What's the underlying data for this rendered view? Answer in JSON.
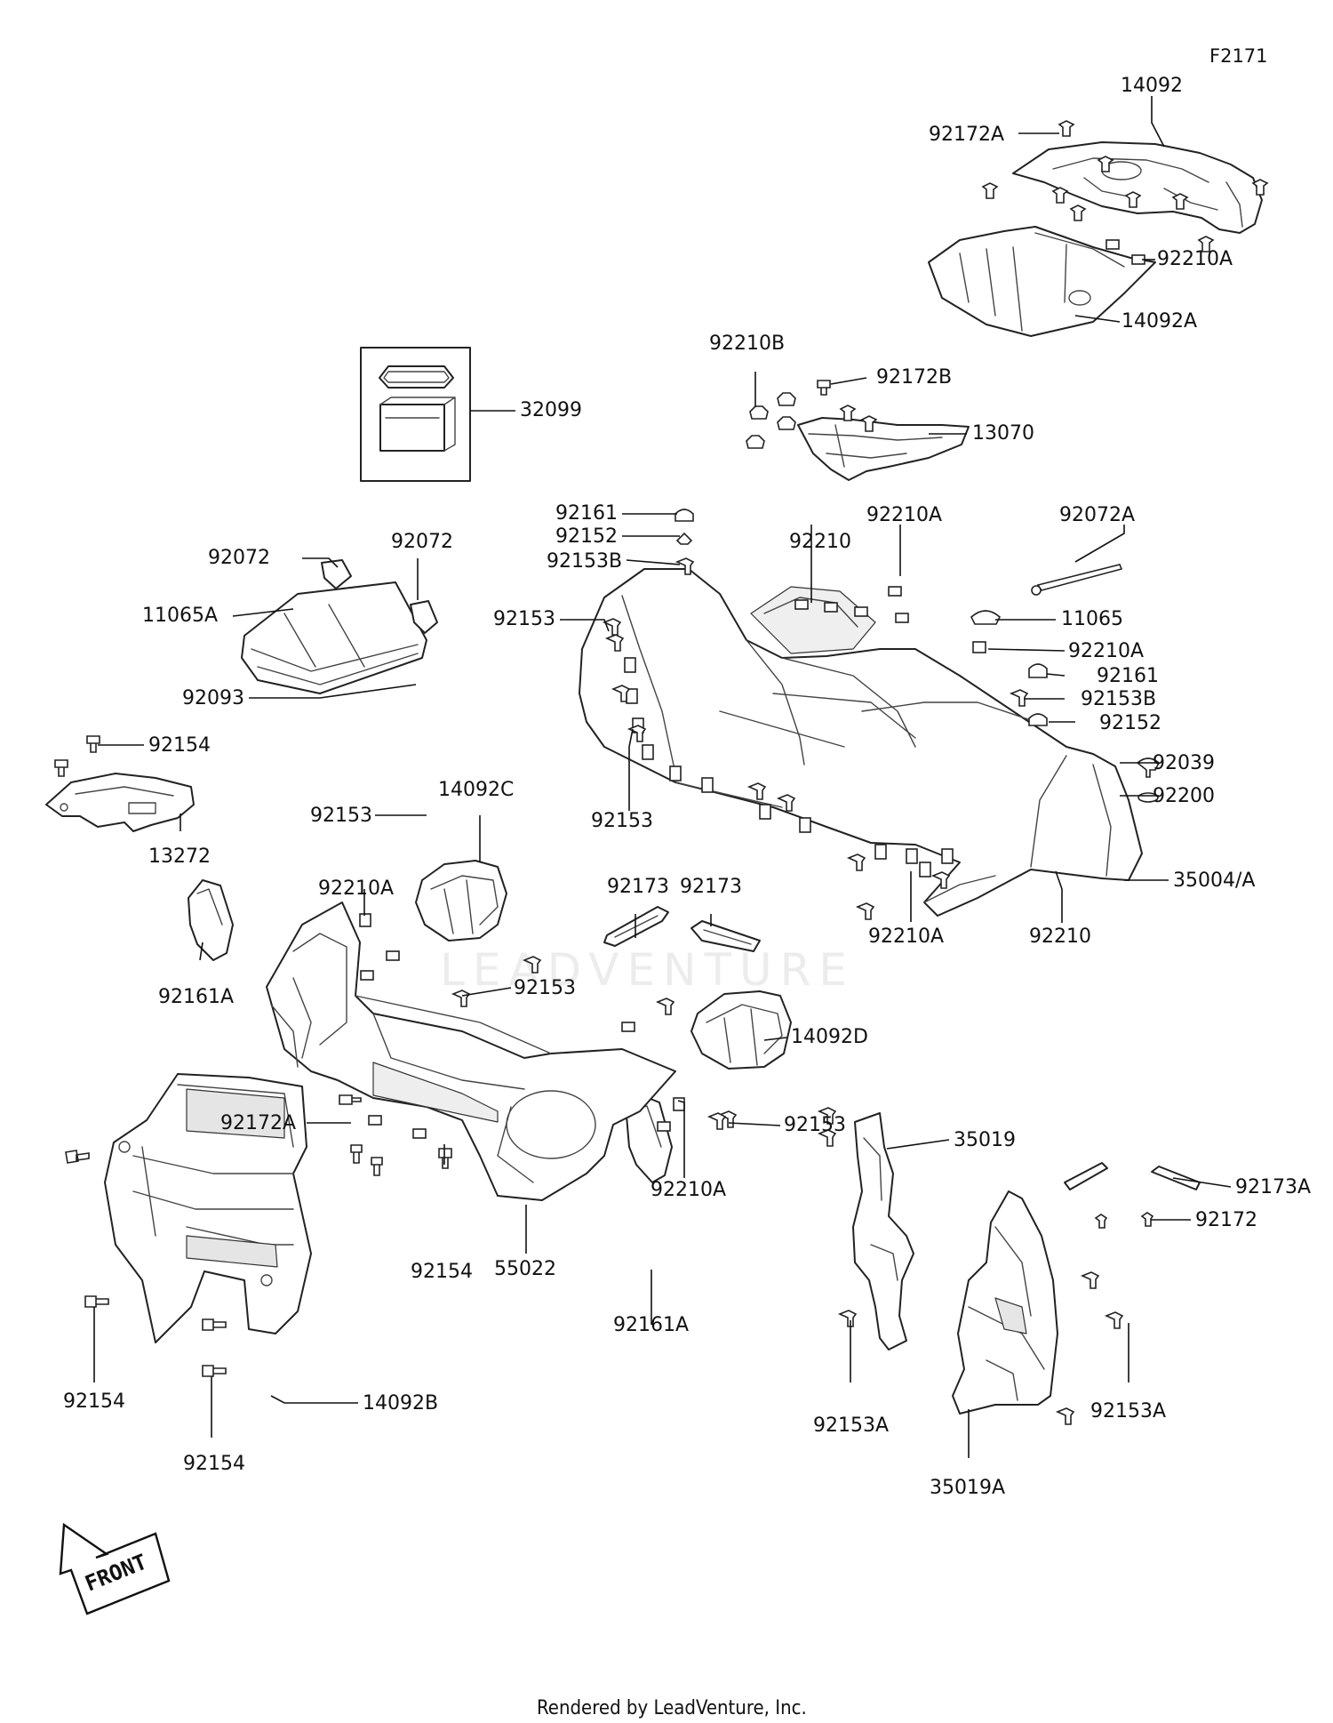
{
  "figure_code": "F2171",
  "footer": "Rendered by LeadVenture, Inc.",
  "watermark": "LEADVENTURE",
  "front_label": "FRONT",
  "labels": [
    {
      "id": "l-14092",
      "text": "14092"
    },
    {
      "id": "l-92172A-top",
      "text": "92172A"
    },
    {
      "id": "l-92210A-top",
      "text": "92210A"
    },
    {
      "id": "l-14092A",
      "text": "14092A"
    },
    {
      "id": "l-92210B",
      "text": "92210B"
    },
    {
      "id": "l-92172B",
      "text": "92172B"
    },
    {
      "id": "l-13070",
      "text": "13070"
    },
    {
      "id": "l-32099",
      "text": "32099"
    },
    {
      "id": "l-92161-a",
      "text": "92161"
    },
    {
      "id": "l-92152-a",
      "text": "92152"
    },
    {
      "id": "l-92153B-a",
      "text": "92153B"
    },
    {
      "id": "l-92210A-b",
      "text": "92210A"
    },
    {
      "id": "l-92210-a",
      "text": "92210"
    },
    {
      "id": "l-92072A",
      "text": "92072A"
    },
    {
      "id": "l-92072-a",
      "text": "92072"
    },
    {
      "id": "l-92072-b",
      "text": "92072"
    },
    {
      "id": "l-11065A",
      "text": "11065A"
    },
    {
      "id": "l-92093",
      "text": "92093"
    },
    {
      "id": "l-92153-a",
      "text": "92153"
    },
    {
      "id": "l-11065",
      "text": "11065"
    },
    {
      "id": "l-92210A-c",
      "text": "92210A"
    },
    {
      "id": "l-92161-b",
      "text": "92161"
    },
    {
      "id": "l-92153B-b",
      "text": "92153B"
    },
    {
      "id": "l-92152-b",
      "text": "92152"
    },
    {
      "id": "l-92154-a",
      "text": "92154"
    },
    {
      "id": "l-92039",
      "text": "92039"
    },
    {
      "id": "l-92200",
      "text": "92200"
    },
    {
      "id": "l-13272",
      "text": "13272"
    },
    {
      "id": "l-14092C",
      "text": "14092C"
    },
    {
      "id": "l-92153-b",
      "text": "92153"
    },
    {
      "id": "l-92153-c",
      "text": "92153"
    },
    {
      "id": "l-92173-a",
      "text": "92173"
    },
    {
      "id": "l-92173-b",
      "text": "92173"
    },
    {
      "id": "l-35004A",
      "text": "35004/A"
    },
    {
      "id": "l-92210A-d",
      "text": "92210A"
    },
    {
      "id": "l-92210A-e",
      "text": "92210A"
    },
    {
      "id": "l-92210-b",
      "text": "92210"
    },
    {
      "id": "l-92161A-a",
      "text": "92161A"
    },
    {
      "id": "l-92153-d",
      "text": "92153"
    },
    {
      "id": "l-14092D",
      "text": "14092D"
    },
    {
      "id": "l-92153-e",
      "text": "92153"
    },
    {
      "id": "l-92172A-b",
      "text": "92172A"
    },
    {
      "id": "l-92210A-f",
      "text": "92210A"
    },
    {
      "id": "l-92173A",
      "text": "92173A"
    },
    {
      "id": "l-92172",
      "text": "92172"
    },
    {
      "id": "l-92154-b",
      "text": "92154"
    },
    {
      "id": "l-55022",
      "text": "55022"
    },
    {
      "id": "l-35019",
      "text": "35019"
    },
    {
      "id": "l-92161A-b",
      "text": "92161A"
    },
    {
      "id": "l-92154-c",
      "text": "92154"
    },
    {
      "id": "l-14092B",
      "text": "14092B"
    },
    {
      "id": "l-92153A-a",
      "text": "92153A"
    },
    {
      "id": "l-92153A-b",
      "text": "92153A"
    },
    {
      "id": "l-92154-d",
      "text": "92154"
    },
    {
      "id": "l-35019A",
      "text": "35019A"
    }
  ]
}
